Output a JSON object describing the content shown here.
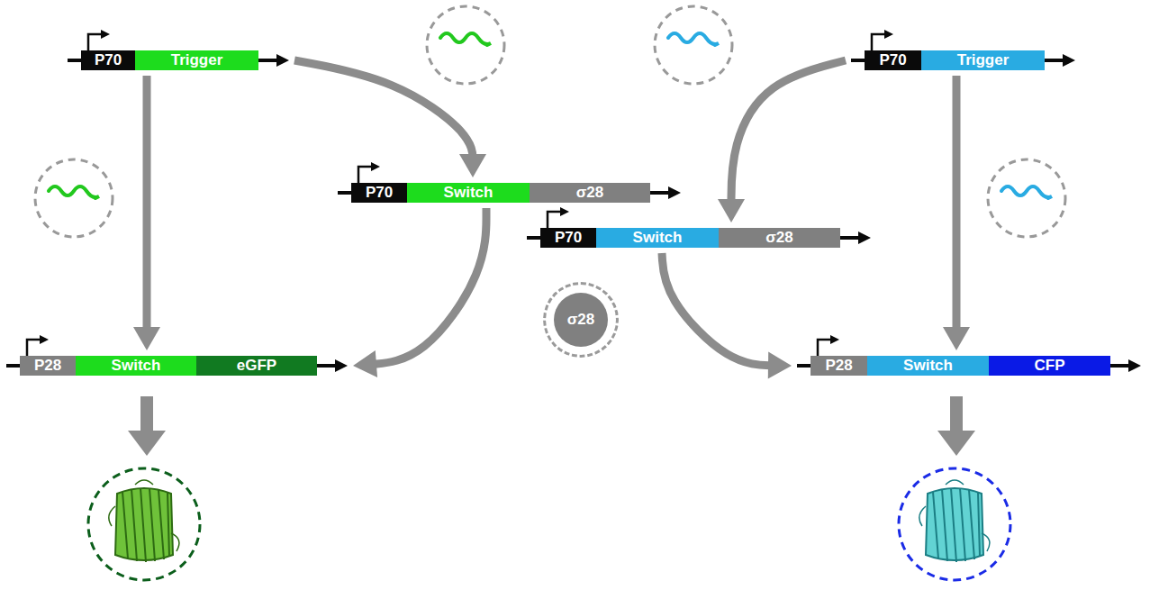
{
  "diagram": {
    "nodes": [
      {
        "text": [
          "P70",
          "Trigger"
        ]
      },
      {
        "text": [
          "P70",
          "Trigger"
        ]
      },
      {
        "text": [
          "P70",
          "Switch",
          "σ28"
        ]
      },
      {
        "text": [
          "P70",
          "Switch",
          "σ28"
        ]
      },
      {
        "text": [
          "σ28"
        ]
      },
      {
        "text": [
          "P28",
          "Switch",
          "eGFP"
        ]
      },
      {
        "text": [
          "P28",
          "Switch",
          "CFP"
        ]
      }
    ],
    "edges": [
      {
        "from": 0,
        "to": 2,
        "arrow": "to"
      },
      {
        "from": 1,
        "to": 3,
        "arrow": "to"
      },
      {
        "from": 0,
        "to": 5,
        "arrow": "to"
      },
      {
        "from": 1,
        "to": 6,
        "arrow": "to"
      },
      {
        "from": 2,
        "to": 5,
        "arrow": "to"
      },
      {
        "from": 3,
        "to": 6,
        "arrow": "to"
      }
    ]
  }
}
